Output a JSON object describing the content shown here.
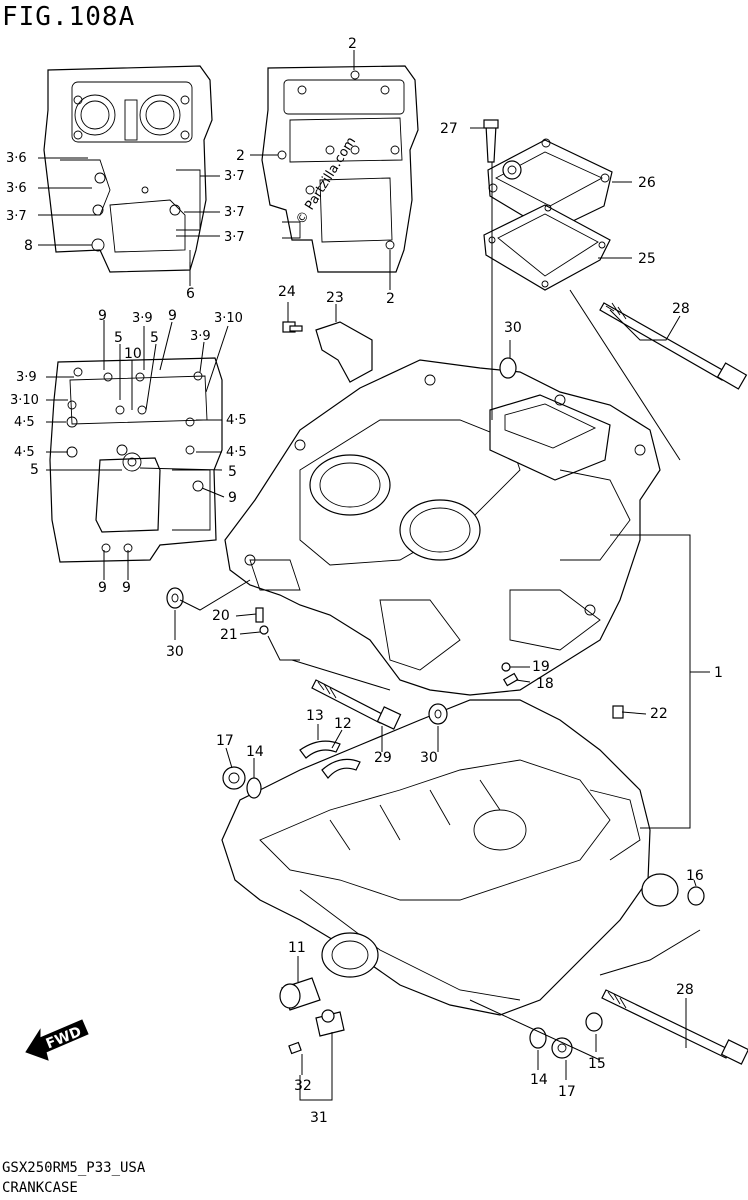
{
  "figure": {
    "title": "FIG.108A"
  },
  "footer": {
    "model": "GSX250RM5_P33_USA",
    "name": "CRANKCASE"
  },
  "watermark": "© Partzilla.com",
  "fwd_label": "FWD",
  "callouts": {
    "c1": "1",
    "c2a": "2",
    "c2b": "2",
    "c2c": "2",
    "c36a": "3·6",
    "c36b": "3·6",
    "c37a": "3·7",
    "c37b": "3·7",
    "c37c": "3·7",
    "c37d": "3·7",
    "c39a": "3·9",
    "c39b": "3·9",
    "c39c": "3·9",
    "c310a": "3·10",
    "c310b": "3·10",
    "c45a": "4·5",
    "c45b": "4·5",
    "c45c": "4·5",
    "c45d": "4·5",
    "c5a": "5",
    "c5b": "5",
    "c5c": "5",
    "c5d": "5",
    "c6": "6",
    "c8": "8",
    "c9a": "9",
    "c9b": "9",
    "c9c": "9",
    "c9d": "9",
    "c9e": "9",
    "c10": "10",
    "c11": "11",
    "c12": "12",
    "c13": "13",
    "c14a": "14",
    "c14b": "14",
    "c15": "15",
    "c16": "16",
    "c17a": "17",
    "c17b": "17",
    "c18": "18",
    "c19": "19",
    "c20": "20",
    "c21": "21",
    "c22": "22",
    "c23": "23",
    "c24": "24",
    "c25": "25",
    "c26": "26",
    "c27": "27",
    "c28a": "28",
    "c28b": "28",
    "c29": "29",
    "c30a": "30",
    "c30b": "30",
    "c30c": "30",
    "c31": "31",
    "c32": "32"
  }
}
